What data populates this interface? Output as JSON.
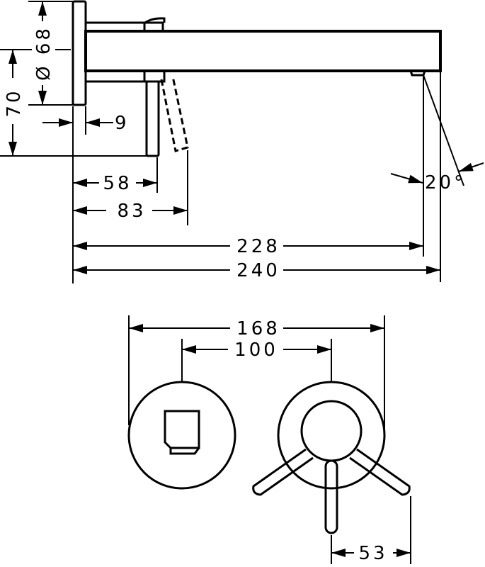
{
  "side_view": {
    "dim_diameter": "Ø 68",
    "dim_height": "70",
    "dim_plate_thickness": "9",
    "dim_lever": "58",
    "dim_lever_tilted": "83",
    "dim_outlet": "228",
    "dim_total": "240",
    "dim_angle": "20°"
  },
  "front_view": {
    "dim_total_width": "168",
    "dim_centers": "100",
    "dim_lever_reach": "53"
  }
}
